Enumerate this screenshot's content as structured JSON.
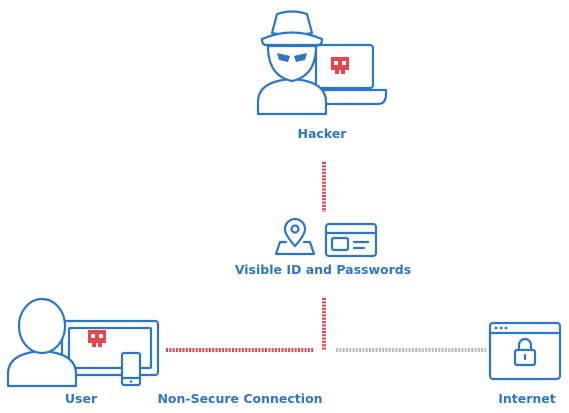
{
  "nodes": {
    "hacker": {
      "label": "Hacker"
    },
    "credentials": {
      "label": "Visible ID and Passwords"
    },
    "user": {
      "label": "User"
    },
    "connection": {
      "label": "Non-Secure Connection"
    },
    "internet": {
      "label": "Internet"
    }
  },
  "colors": {
    "primary": "#2f77c6",
    "danger": "#e8464e",
    "neutral": "#b9b9b9"
  },
  "icons": [
    "hacker-icon",
    "skull-icon",
    "laptop-icon",
    "location-pin-icon",
    "id-card-icon",
    "user-icon",
    "monitor-icon",
    "phone-icon",
    "browser-window-icon",
    "lock-icon"
  ]
}
